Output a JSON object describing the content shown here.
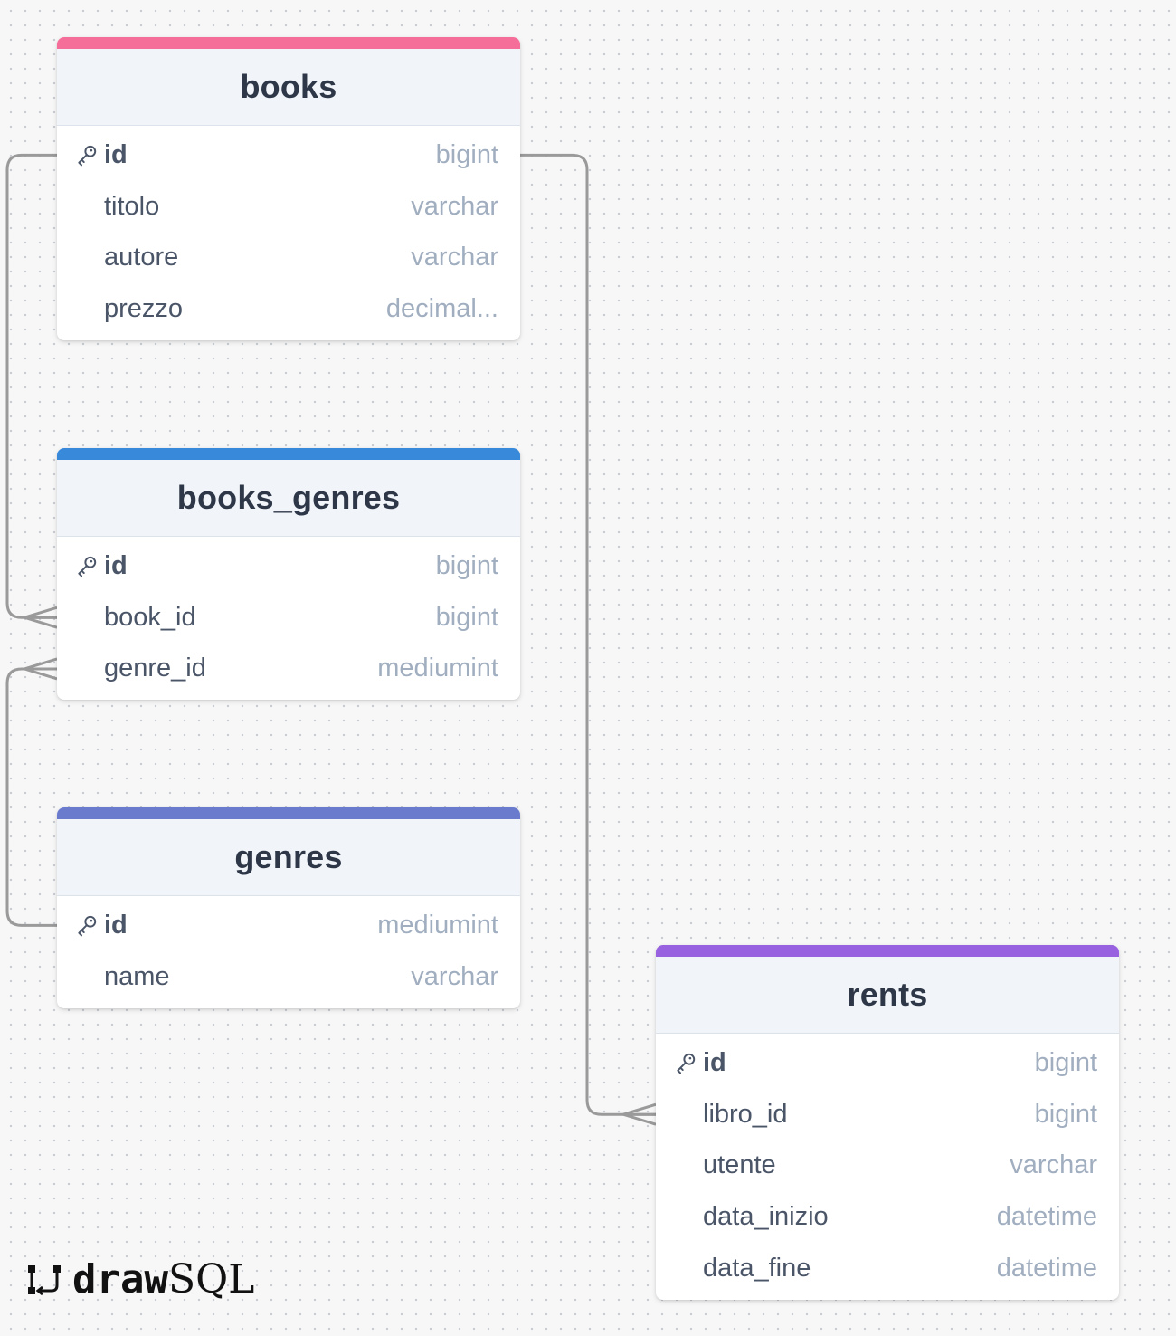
{
  "diagram": {
    "tables": [
      {
        "id": "books",
        "name": "books",
        "color": "#f56d99",
        "columns": [
          {
            "name": "id",
            "type": "bigint",
            "primary_key": true
          },
          {
            "name": "titolo",
            "type": "varchar",
            "primary_key": false
          },
          {
            "name": "autore",
            "type": "varchar",
            "primary_key": false
          },
          {
            "name": "prezzo",
            "type": "decimal...",
            "primary_key": false
          }
        ]
      },
      {
        "id": "books_genres",
        "name": "books_genres",
        "color": "#3889da",
        "columns": [
          {
            "name": "id",
            "type": "bigint",
            "primary_key": true
          },
          {
            "name": "book_id",
            "type": "bigint",
            "primary_key": false
          },
          {
            "name": "genre_id",
            "type": "mediumint",
            "primary_key": false
          }
        ]
      },
      {
        "id": "genres",
        "name": "genres",
        "color": "#6a7acd",
        "columns": [
          {
            "name": "id",
            "type": "mediumint",
            "primary_key": true
          },
          {
            "name": "name",
            "type": "varchar",
            "primary_key": false
          }
        ]
      },
      {
        "id": "rents",
        "name": "rents",
        "color": "#9761e0",
        "columns": [
          {
            "name": "id",
            "type": "bigint",
            "primary_key": true
          },
          {
            "name": "libro_id",
            "type": "bigint",
            "primary_key": false
          },
          {
            "name": "utente",
            "type": "varchar",
            "primary_key": false
          },
          {
            "name": "data_inizio",
            "type": "datetime",
            "primary_key": false
          },
          {
            "name": "data_fine",
            "type": "datetime",
            "primary_key": false
          }
        ]
      }
    ],
    "relations": [
      {
        "from_table": "books",
        "from_column": "id",
        "to_table": "books_genres",
        "to_column": "book_id",
        "cardinality": "one-to-many"
      },
      {
        "from_table": "genres",
        "from_column": "id",
        "to_table": "books_genres",
        "to_column": "genre_id",
        "cardinality": "one-to-many"
      },
      {
        "from_table": "books",
        "from_column": "id",
        "to_table": "rents",
        "to_column": "libro_id",
        "cardinality": "one-to-many"
      }
    ],
    "connector_color": "#9a9a9a"
  },
  "brand": {
    "part1": "draw",
    "part2": "SQL",
    "logo_icon": "drawsql-logo-icon"
  }
}
